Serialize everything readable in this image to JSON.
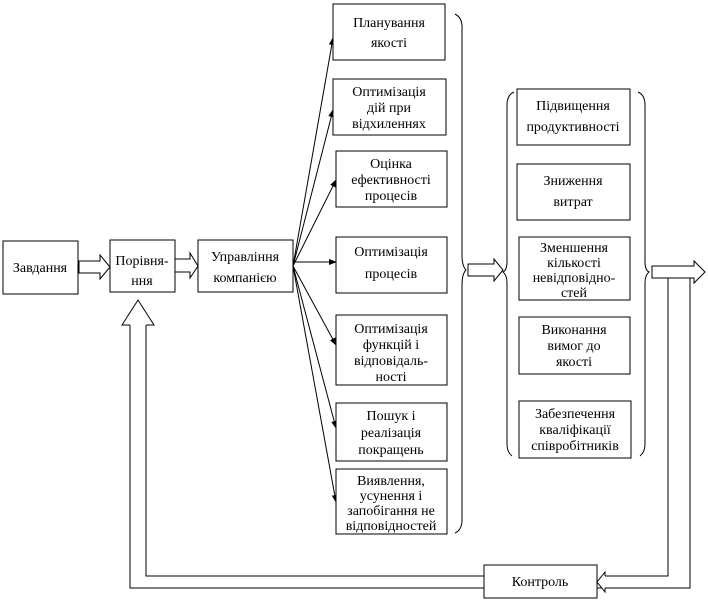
{
  "start": {
    "task": "Завдання",
    "compare": [
      "Порівня-",
      "ння"
    ],
    "manage": [
      "Управління",
      "компанією"
    ]
  },
  "activities": [
    [
      "Планування",
      "якості"
    ],
    [
      "Оптимізація",
      "дій при",
      "відхиленнях"
    ],
    [
      "Оцінка",
      "ефективності",
      "процесів"
    ],
    [
      "Оптимізація",
      "процесів"
    ],
    [
      "Оптимізація",
      "функцій і",
      "відповідаль-",
      "ності"
    ],
    [
      "Пошук і",
      "реалізація",
      "покращень"
    ],
    [
      "Виявлення,",
      "усунення і",
      "запобігання  не",
      "відповідностей"
    ]
  ],
  "results": [
    [
      "Підвищення",
      "продуктивності"
    ],
    [
      "Зниження",
      "витрат"
    ],
    [
      "Зменшення",
      "кількості",
      "невідповідно-",
      "стей"
    ],
    [
      "Виконання",
      "вимог до",
      "якості"
    ],
    [
      "Забезпечення",
      "кваліфікації",
      "співробітників"
    ]
  ],
  "control": "Контроль"
}
